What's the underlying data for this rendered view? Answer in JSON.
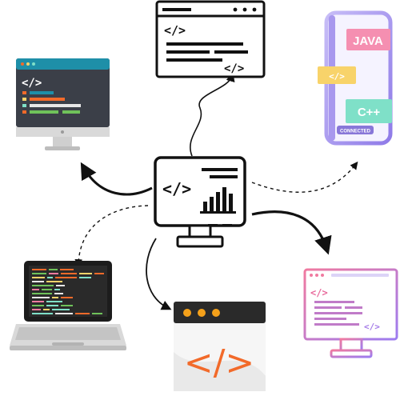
{
  "diagram": {
    "hub": {
      "name": "code-monitor",
      "label": "</>"
    },
    "top_window": {
      "label": "</>",
      "label2": "</>"
    },
    "mobile": {
      "tags": [
        "JAVA",
        "</>",
        "C++"
      ],
      "status": "CONNECTED"
    },
    "desktop_left": {
      "label": "</>"
    },
    "laptop": {},
    "code_window": {
      "label": "</>"
    },
    "gradient_monitor": {
      "label": "</>",
      "label2": "</>"
    }
  },
  "colors": {
    "black": "#111111",
    "teal": "#1e8fa8",
    "dark_screen": "#3b3f48",
    "orange": "#f26a2a",
    "window_gray": "#ededed",
    "purple": "#9d7cf0",
    "pink": "#f07aa0",
    "java_tag": "#f58fb1",
    "cpp_tag": "#7fe0c8",
    "yellow_tag": "#f8d36a"
  }
}
